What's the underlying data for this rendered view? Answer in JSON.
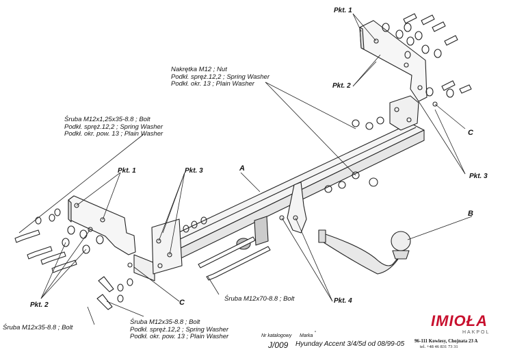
{
  "labels": {
    "nut_block": [
      "Nakrętka  M12 ; Nut",
      "Podkł. spręż.12,2 ; Spring Washer",
      "Podkł. okr. 13 ; Plain Washer"
    ],
    "bolt_block_left": [
      "Śruba M12x1,25x35-8.8 ;  Bolt",
      "Podkł. spręż.12,2 ; Spring Washer",
      "Podkł. okr. pow. 13 ; Plain Washer"
    ],
    "bolt_block_bottom": [
      "Śruba M12x35-8.8 ;  Bolt",
      "Podkł. spręż.12,2 ; Spring Washer",
      "Podkł. okr. pow. 13 ; Plain Washer"
    ],
    "bolt_m12x35": "Śruba M12x35-8.8 ;  Bolt",
    "bolt_m12x70": "Śruba M12x70-8.8 ;  Bolt"
  },
  "points": {
    "pkt1_top": "Pkt. 1",
    "pkt2_top": "Pkt. 2",
    "pkt3_right": "Pkt. 3",
    "pkt1_left": "Pkt. 1",
    "pkt3_mid": "Pkt. 3",
    "pkt2_left": "Pkt. 2",
    "pkt4": "Pkt. 4"
  },
  "parts": {
    "A": "A",
    "B": "B",
    "C_right": "C",
    "C_left": "C"
  },
  "title_block": {
    "catalog_label": "Nr katalogowy",
    "catalog_value": "J/009",
    "brand_label": "Marka",
    "model": "Hyunday Accent 3/4/5d   od  08/99-05"
  },
  "company": {
    "logo": "IMIOŁA",
    "logo_sub": "HAKPOL",
    "address": "96-111 Kowiesy, Chojnata 23 A",
    "phone": "tel. +48 46 831 73 31",
    "logo_color": "#c8102e"
  }
}
